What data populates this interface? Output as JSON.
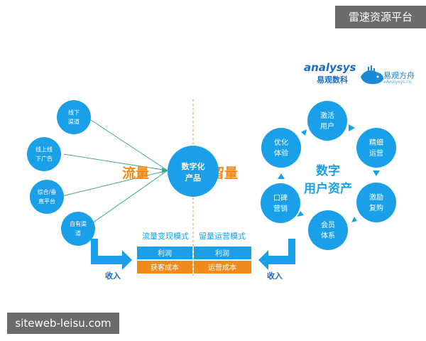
{
  "watermarks": {
    "top": "雷速资源平台",
    "bottom": "siteweb-leisu.com"
  },
  "logos": {
    "analysys": {
      "name": "analysys",
      "cn": "易观数科"
    },
    "eguan": {
      "cn": "易观方舟",
      "en": "eAnalysys.cn"
    }
  },
  "traffic": {
    "title": "流量",
    "channels": [
      [
        "线下",
        "渠道"
      ],
      [
        "线上线",
        "下广告"
      ],
      [
        "综合/垂",
        "直平台"
      ],
      [
        "自有渠",
        "道"
      ]
    ],
    "center": [
      "数字化",
      "产品"
    ],
    "income": "收入"
  },
  "retention": {
    "title": "留量",
    "center": [
      "数字",
      "用户资产"
    ],
    "cycle": [
      [
        "激活",
        "用户"
      ],
      [
        "精细",
        "运营"
      ],
      [
        "激励",
        "复购"
      ],
      [
        "会员",
        "体系"
      ],
      [
        "口碑",
        "营销"
      ],
      [
        "优化",
        "体验"
      ]
    ],
    "income": "收入"
  },
  "table": {
    "left_header": "流量变现模式",
    "right_header": "留量运营模式",
    "rows": [
      [
        "利润",
        "利润"
      ],
      [
        "获客成本",
        "运营成本"
      ]
    ]
  },
  "colors": {
    "blue": "#1aa0e8",
    "orange": "#f08a1c",
    "line": "#3aaa8c",
    "divider": "#e09a3a"
  }
}
